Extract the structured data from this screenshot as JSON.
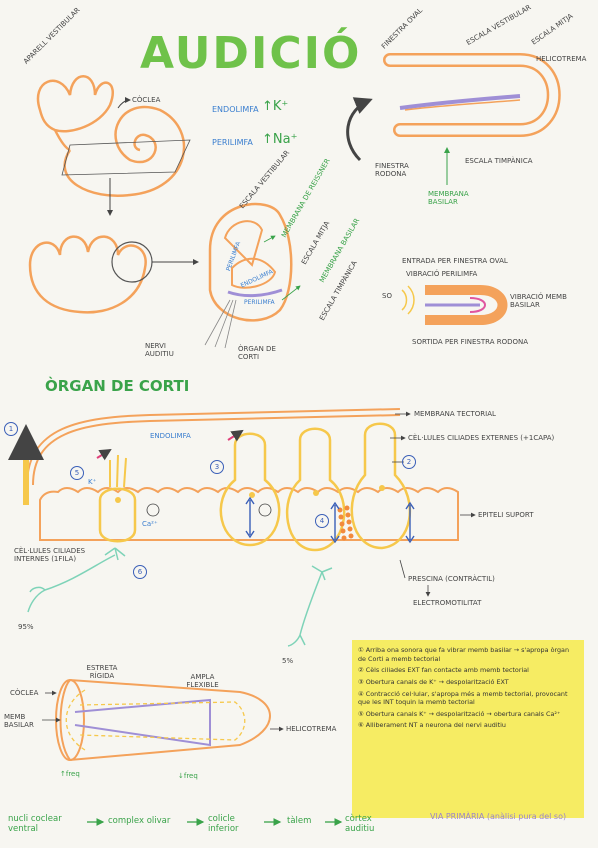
{
  "title": "AUDICIÓ",
  "top": {
    "aparell_vestibular": "APARELL VESTIBULAR",
    "coclea": "CÒCLEA",
    "endolimfa": "ENDOLIMFA",
    "endolimfa_ion": "↑K⁺",
    "perilimfa": "PERILIMFA",
    "perilimfa_ion": "↑Na⁺"
  },
  "unrolled": {
    "finestra_oval": "FINESTRA OVAL",
    "escala_vestibular": "ESCALA VESTIBULAR",
    "escala_mitja": "ESCALA MITJA",
    "helicotrema": "HELICOTREMA",
    "finestra_rodona": "FINESTRA RODONA",
    "escala_timpanica": "ESCALA TIMPÀNICA",
    "membrana_basilar": "MEMBRANA BASILAR"
  },
  "cross": {
    "escala_vestibular": "ESCALA VESTIBULAR",
    "membrana_reissner": "MEMBRANA DE REISSNER",
    "escala_mitja": "ESCALA MITJA",
    "membrana_basilar": "MEMBRANA BASILAR",
    "escala_timpanica": "ESCALA TIMPÀNICA",
    "perilimfa_top": "PERILIMFA",
    "endolimfa": "ENDOLIMFA",
    "perilimfa_bottom": "PERILIMFA",
    "nervi_auditiu": "NERVI AUDITIU",
    "organ_corti": "ÒRGAN DE CORTI"
  },
  "vibration": {
    "entrada": "ENTRADA PER FINESTRA OVAL",
    "vibracio_perilimfa": "VIBRACIÓ PERILIMFA",
    "so": "SO",
    "vibracio_memb": "VIBRACIÓ MEMB BASILAR",
    "sortida": "SORTIDA PER FINESTRA RODONA"
  },
  "corti": {
    "heading": "ÒRGAN DE CORTI",
    "membrana_tectorial": "MEMBRANA TECTORIAL",
    "endolimfa": "ENDOLIMFA",
    "cel_externes": "CÈL·LULES CILIADES EXTERNES (+1CAPA)",
    "epiteli": "EPITELI SUPORT",
    "cel_internes": "CÈL·LULES CILIADES INTERNES (1FILA)",
    "prescina": "PRESCINA (CONTRÀCTIL)",
    "electromotilitat": "ELECTROMOTILITAT",
    "k_label": "K⁺",
    "ca_label": "Ca²⁺",
    "pct_95": "95%",
    "pct_5": "5%",
    "num1": "1",
    "num2": "2",
    "num3": "3",
    "num4": "4",
    "num5": "5",
    "num6": "6"
  },
  "cone": {
    "estreta": "ESTRETA RÍGIDA",
    "ampla": "AMPLA FLEXIBLE",
    "coclea": "CÒCLEA",
    "memb_basilar": "MEMB BASILAR",
    "helicotrema": "HELICOTREMA",
    "freq_up": "↑freq",
    "freq_down": "↓freq"
  },
  "notes": [
    "① Arriba ona sonora que fa vibrar memb basilar → s'apropa òrgan de Corti a memb tectorial",
    "② Cèls ciliades EXT fan contacte amb memb tectorial",
    "③ Obertura canals de K⁺ → despolarització EXT",
    "④ Contracció cel·lular, s'apropa més a memb tectorial, provocant que les INT toquin la memb tectorial",
    "⑤ Obertura canals K⁺ → despolarització → obertura canals Ca²⁺",
    "⑥ Alliberament NT a neurona del nervi auditiu"
  ],
  "pathway": {
    "n1": "nucli coclear ventral",
    "n2": "complex olivar",
    "n3": "colicle inferior",
    "n4": "tàlem",
    "n5": "còrtex auditiu",
    "via": "VIA PRIMÀRIA (anàlisi pura del so)"
  }
}
